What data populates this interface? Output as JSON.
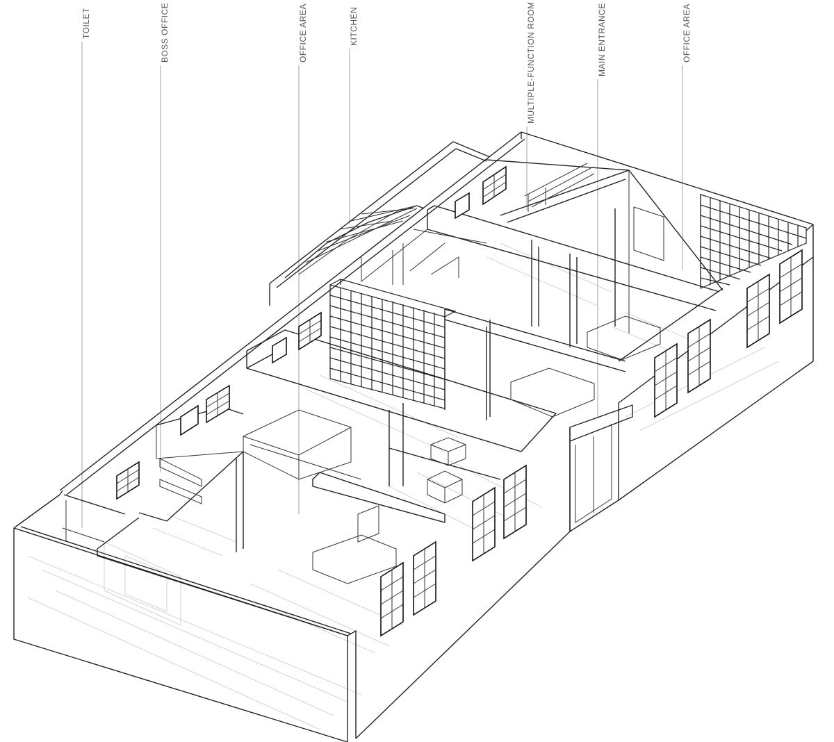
{
  "labels": [
    {
      "id": "toilet",
      "text": "TOILET"
    },
    {
      "id": "boss-office",
      "text": "BOSS OFFICE"
    },
    {
      "id": "office-area-left",
      "text": "OFFICE AREA"
    },
    {
      "id": "kitchen",
      "text": "KITCHEN"
    },
    {
      "id": "multiple-function-room",
      "text": "MULTIPLE-FUNCTION ROOM"
    },
    {
      "id": "main-entrance",
      "text": "MAIN ENTRANCE"
    },
    {
      "id": "office-area-right",
      "text": "OFFICE AREA"
    }
  ]
}
